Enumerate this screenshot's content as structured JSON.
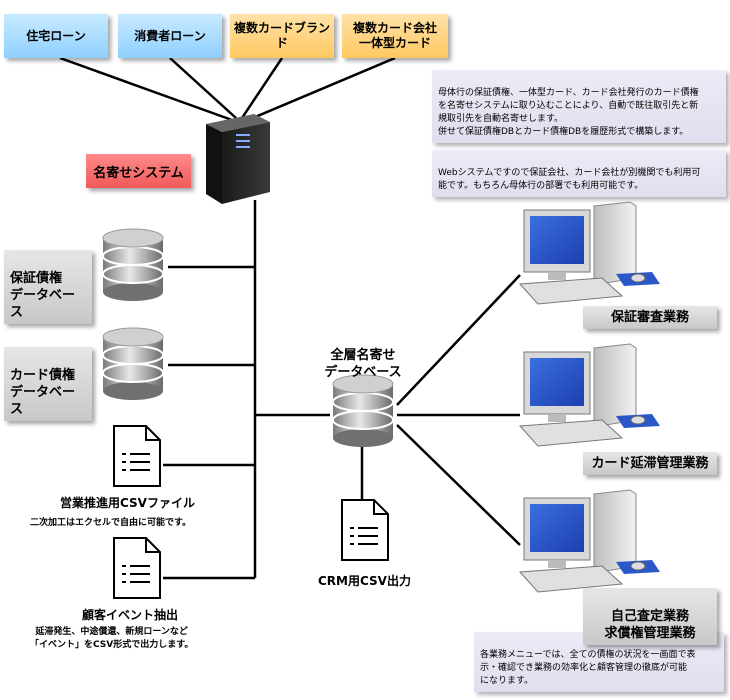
{
  "sources": [
    {
      "label": "住宅ローン"
    },
    {
      "label": "消費者ローン"
    },
    {
      "label": "複数カードブランド"
    },
    {
      "label": "複数カード会社\n一体型カード"
    }
  ],
  "system": {
    "label": "名寄せシステム"
  },
  "databases": {
    "guarantee": "保証債権\nデータベース",
    "card": "カード債権\nデータベース",
    "all": "全層名寄せ\nデータベース"
  },
  "files": {
    "sales_title": "営業推進用CSVファイル",
    "sales_desc": "二次加工はエクセルで自由に可能です。",
    "event_title": "顧客イベント抽出",
    "event_desc": "延滞発生、中途償還、新規ローンなど\n「イベント」をCSV形式で出力します。",
    "crm": "CRM用CSV出力"
  },
  "business": {
    "guarantee_review": "保証審査業務",
    "card_delay": "カード延滞管理業務",
    "self_assess": "自己査定業務\n求償権管理業務"
  },
  "notes": {
    "top": "母体行の保証債権、一体型カード、カード会社発行のカード債権\nを名寄せシステムに取り込むことにより、自動で既往取引先と新\n規取引先を自動名寄せします。\n併せて保証債権DBとカード債権DBを履歴形式で構築します。",
    "web": "Webシステムですので保証会社、カード会社が別機関でも利用可\n能です。もちろん母体行の部署でも利用可能です。",
    "bottom": "各業務メニューでは、全ての債権の状況を一画面で表\n示・確認でき業務の効率化と顧客管理の徹底が可能\nになります。"
  },
  "icons": {
    "server": "server-icon",
    "database": "database-icon",
    "document": "document-icon",
    "computer": "desktop-computer-icon"
  }
}
